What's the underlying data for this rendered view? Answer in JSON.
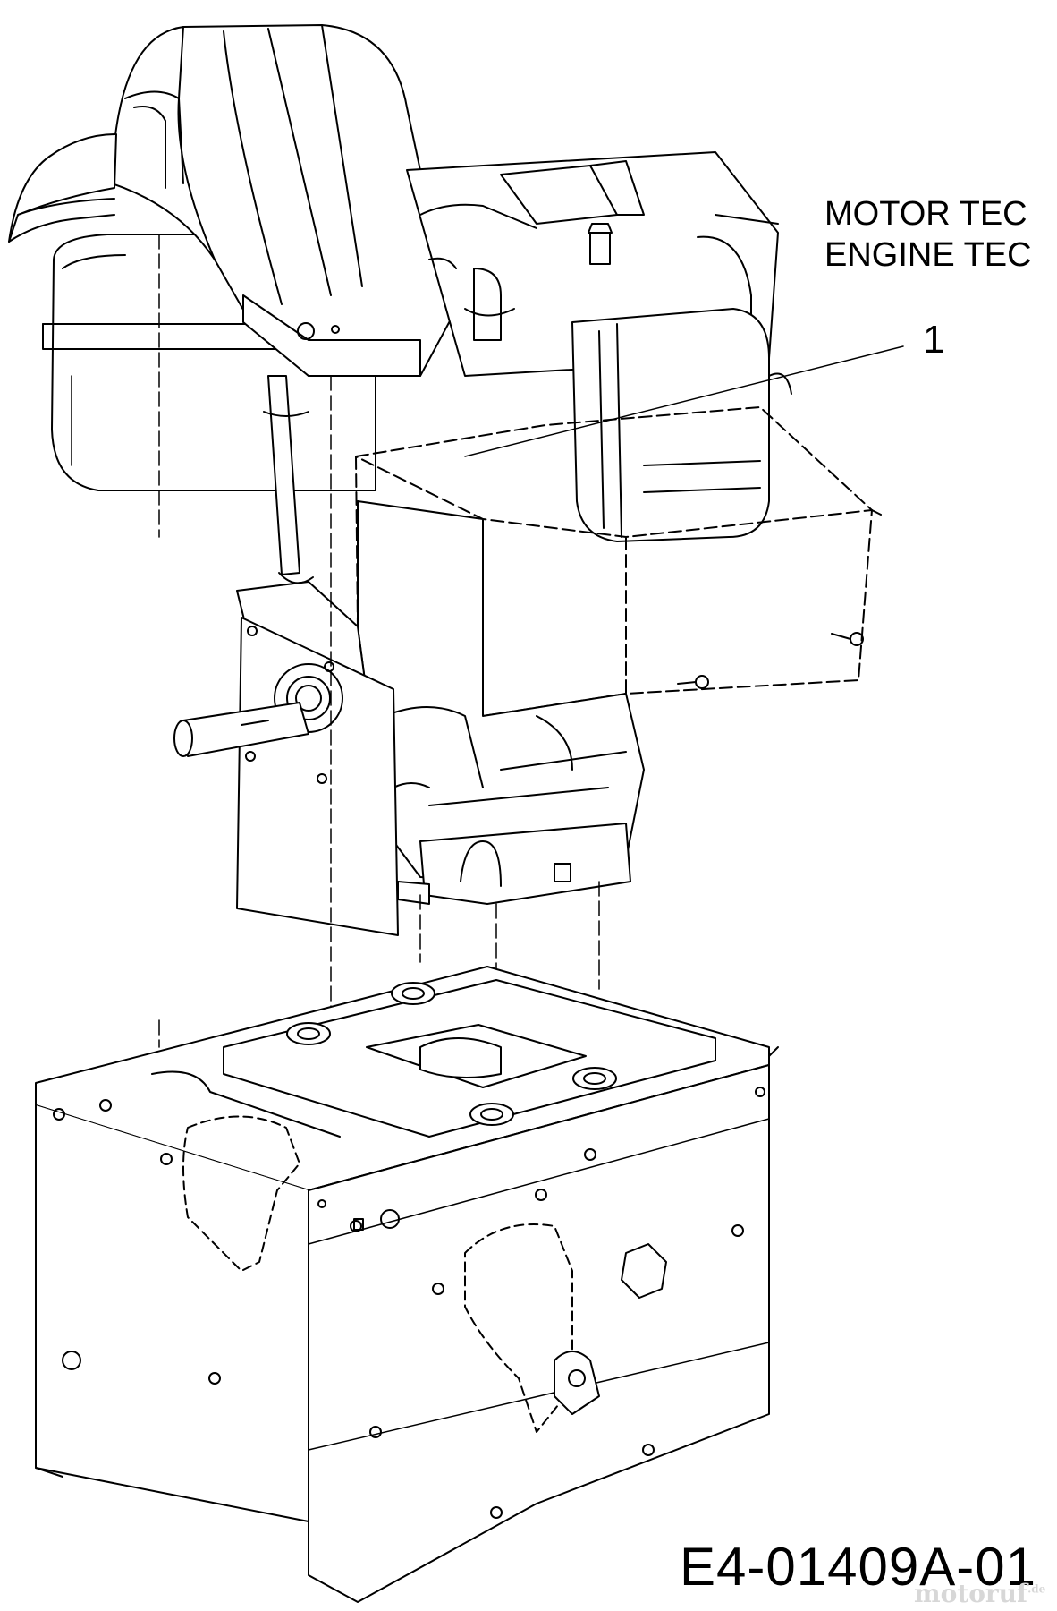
{
  "labels": {
    "brand_line1": "MOTOR TEC",
    "brand_line2": "ENGINE TEC",
    "part_callout": "1",
    "drawing_number": "E4-01409A-01"
  },
  "watermark": {
    "main": "motoruf",
    "suffix": ".de"
  },
  "colors": {
    "line": "#000000",
    "background": "#ffffff",
    "watermark": "#d7d7d7"
  }
}
